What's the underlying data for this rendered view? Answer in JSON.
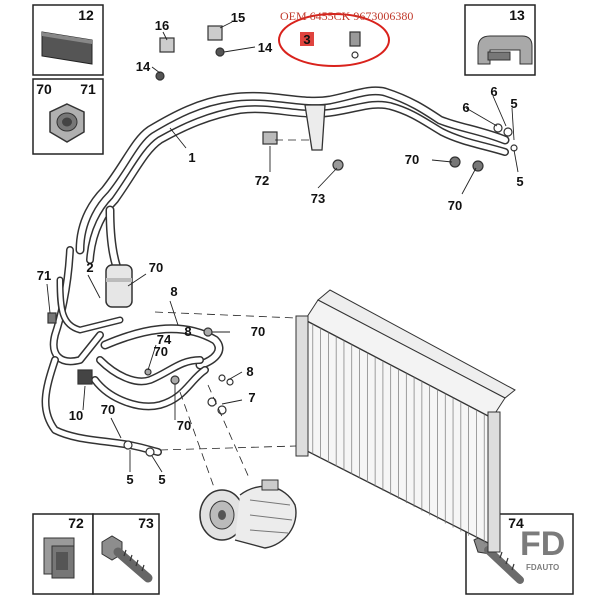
{
  "oem_label": "OEM 6455CK 9673006380",
  "highlight_color": "#d9221c",
  "callouts": [
    "16",
    "15",
    "14",
    "14",
    "3",
    "1",
    "72",
    "73",
    "70",
    "6",
    "6",
    "5",
    "70",
    "5",
    "70",
    "71",
    "2",
    "70",
    "8",
    "8",
    "70",
    "74",
    "8",
    "7",
    "10",
    "70",
    "70",
    "5",
    "5"
  ],
  "inset_boxes": [
    {
      "labels": [
        "12"
      ],
      "icon": "pad-part"
    },
    {
      "labels": [
        "13"
      ],
      "icon": "seal-strip-part"
    },
    {
      "labels": [
        "70",
        "71"
      ],
      "icon": "hex-nut-part"
    },
    {
      "labels": [
        "72"
      ],
      "icon": "clip-nut-part"
    },
    {
      "labels": [
        "73"
      ],
      "icon": "flange-bolt-part"
    },
    {
      "labels": [
        "74"
      ],
      "icon": "screw-part"
    }
  ],
  "watermark": {
    "letters": "FD",
    "small": "FDAUTO"
  }
}
